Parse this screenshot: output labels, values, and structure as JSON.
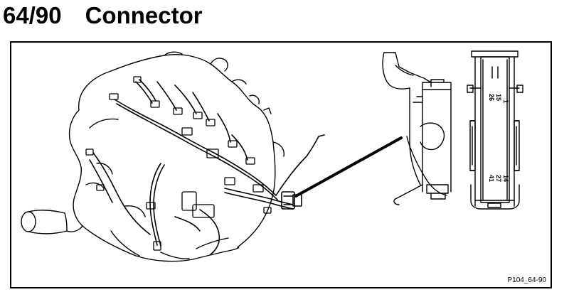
{
  "header": {
    "code": "64/90",
    "title": "Connector"
  },
  "figure": {
    "reference": "P104_64-90",
    "pin_labels": {
      "top": [
        "1",
        "15",
        "26"
      ],
      "bottom": [
        "14",
        "27",
        "41"
      ]
    }
  }
}
